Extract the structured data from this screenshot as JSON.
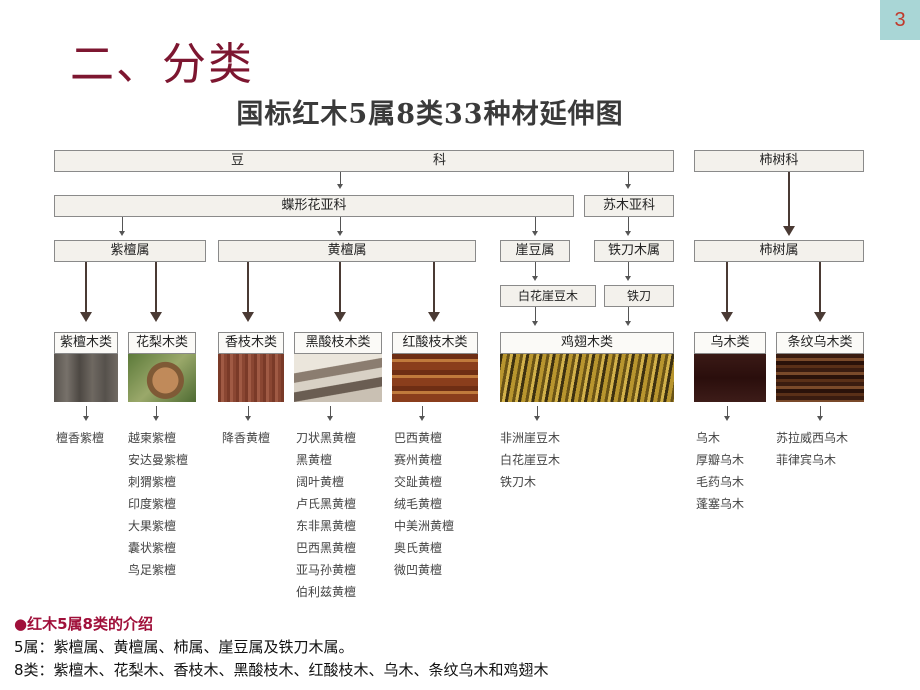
{
  "page_number": "3",
  "slide_title": "二、分类",
  "chart_title": "国标红木5属8类33种材延伸图",
  "families": {
    "legume_left": "豆",
    "legume_right": "科",
    "ebenaceae": "柿树科"
  },
  "subfamilies": {
    "papilionoideae": "蝶形花亚科",
    "caesalpinioideae": "苏木亚科"
  },
  "genera": {
    "pterocarpus": "紫檀属",
    "dalbergia": "黄檀属",
    "millettia": "崖豆属",
    "cassia": "铁刀木属",
    "diospyros": "柿树属",
    "millettia_sub": "白花崖豆木",
    "cassia_sub": "铁刀"
  },
  "categories": [
    {
      "label": "紫檀木类",
      "species": [
        "檀香紫檀"
      ]
    },
    {
      "label": "花梨木类",
      "species": [
        "越柬紫檀",
        "安达曼紫檀",
        "刺猬紫檀",
        "印度紫檀",
        "大果紫檀",
        "囊状紫檀",
        "鸟足紫檀"
      ]
    },
    {
      "label": "香枝木类",
      "species": [
        "降香黄檀"
      ]
    },
    {
      "label": "黑酸枝木类",
      "species": [
        "刀状黑黄檀",
        "黑黄檀",
        "阔叶黄檀",
        "卢氏黑黄檀",
        "东非黑黄檀",
        "巴西黑黄檀",
        "亚马孙黄檀",
        "伯利兹黄檀"
      ]
    },
    {
      "label": "红酸枝木类",
      "species": [
        "巴西黄檀",
        "赛州黄檀",
        "交趾黄檀",
        "绒毛黄檀",
        "中美洲黄檀",
        "奥氏黄檀",
        "微凹黄檀"
      ]
    },
    {
      "label": "鸡翅木类",
      "species": [
        "非洲崖豆木",
        "白花崖豆木",
        "铁刀木"
      ]
    },
    {
      "label": "乌木类",
      "species": [
        "乌木",
        "厚瓣乌木",
        "毛药乌木",
        "蓬塞乌木"
      ]
    },
    {
      "label": "条纹乌木类",
      "species": [
        "苏拉威西乌木",
        "菲律宾乌木"
      ]
    }
  ],
  "notes": {
    "heading": "●红木5属8类的介绍",
    "line1": "5属：紫檀属、黄檀属、柿属、崖豆属及铁刀木属。",
    "line2": "8类：紫檀木、花梨木、香枝木、黑酸枝木、红酸枝木、乌木、条纹乌木和鸡翅木"
  },
  "colors": {
    "title": "#7d1630",
    "note_heading": "#a0103a",
    "page_badge": "#a9d6d6"
  }
}
